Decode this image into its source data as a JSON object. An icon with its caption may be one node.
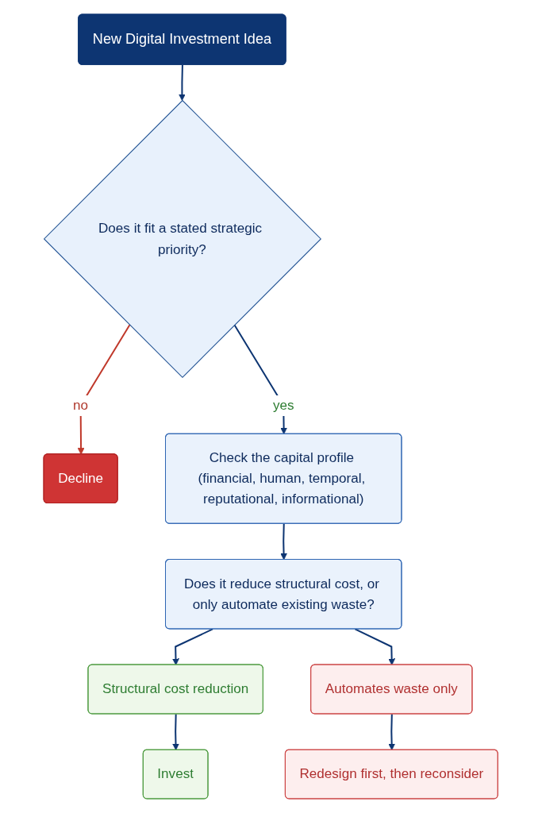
{
  "diagram": {
    "nodes": [
      {
        "text": [
          "New Digital Investment Idea"
        ]
      },
      {
        "text": [
          "Does it fit a stated strategic priority?"
        ]
      },
      {
        "text": [
          "Decline"
        ]
      },
      {
        "text": [
          "Check the capital profile (financial, human, temporal, reputational, informational)"
        ]
      },
      {
        "text": [
          "Does it reduce structural cost, or only automate existing waste?"
        ]
      },
      {
        "text": [
          "Structural cost reduction"
        ]
      },
      {
        "text": [
          "Automates waste only"
        ]
      },
      {
        "text": [
          "Invest"
        ]
      },
      {
        "text": [
          "Redesign first, then reconsider"
        ]
      }
    ],
    "edges": [
      {
        "from": 0,
        "to": 1,
        "arrow": "to"
      },
      {
        "from": 1,
        "to": 2,
        "arrow": "to",
        "label": "no",
        "color": "#c0392b"
      },
      {
        "from": 1,
        "to": 3,
        "arrow": "to",
        "label": "yes"
      },
      {
        "from": 3,
        "to": 4,
        "arrow": "to"
      },
      {
        "from": 4,
        "to": 5,
        "arrow": "to"
      },
      {
        "from": 4,
        "to": 6,
        "arrow": "to"
      },
      {
        "from": 5,
        "to": 7,
        "arrow": "to"
      },
      {
        "from": 6,
        "to": 8,
        "arrow": "to"
      }
    ]
  }
}
